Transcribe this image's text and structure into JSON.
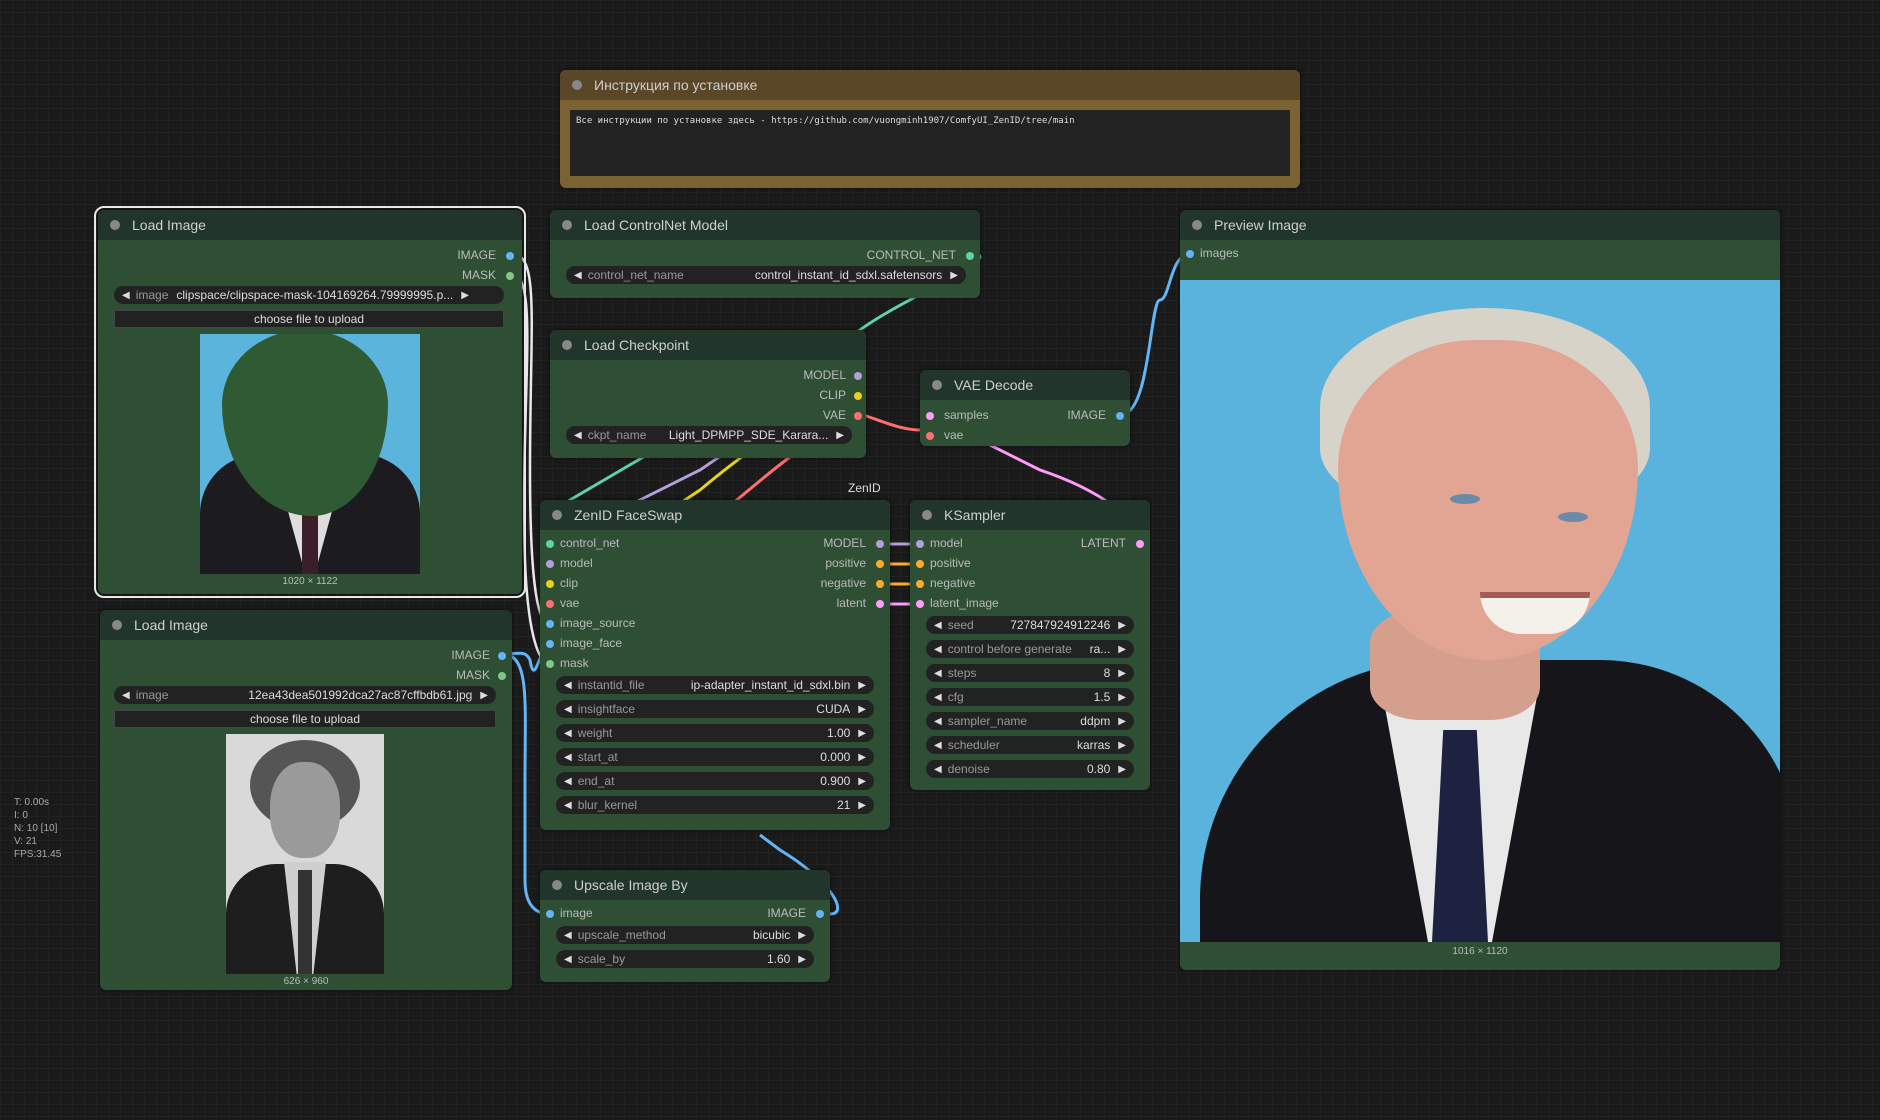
{
  "canvas": {
    "stats": [
      "T: 0.00s",
      "I: 0",
      "N: 10 [10]",
      "V: 21",
      "FPS:31.45"
    ],
    "group_label": "ZenID"
  },
  "note_node": {
    "title": "Инструкция по установке",
    "text": "Все инструкции по установке здесь - https://github.com/vuongminh1907/ComfyUI_ZenID/tree/main"
  },
  "load_image_1": {
    "title": "Load Image",
    "outputs": [
      "IMAGE",
      "MASK"
    ],
    "image_label": "image",
    "image_value": "clipspace/clipspace-mask-104169264.79999995.p...",
    "upload_label": "choose file to upload",
    "caption": "1020 × 1122"
  },
  "load_image_2": {
    "title": "Load Image",
    "outputs": [
      "IMAGE",
      "MASK"
    ],
    "image_label": "image",
    "image_value": "12ea43dea501992dca27ac87cffbdb61.jpg",
    "upload_label": "choose file to upload",
    "caption": "626 × 960"
  },
  "load_controlnet": {
    "title": "Load ControlNet Model",
    "output": "CONTROL_NET",
    "widget_label": "control_net_name",
    "widget_value": "control_instant_id_sdxl.safetensors"
  },
  "load_checkpoint": {
    "title": "Load Checkpoint",
    "outputs": [
      "MODEL",
      "CLIP",
      "VAE"
    ],
    "widget_label": "ckpt_name",
    "widget_value": "Light_DPMPP_SDE_Karara..."
  },
  "vae_decode": {
    "title": "VAE Decode",
    "inputs": [
      "samples",
      "vae"
    ],
    "output": "IMAGE"
  },
  "faceswap": {
    "title": "ZenID FaceSwap",
    "inputs": [
      "control_net",
      "model",
      "clip",
      "vae",
      "image_source",
      "image_face",
      "mask"
    ],
    "outputs": [
      "MODEL",
      "positive",
      "negative",
      "latent"
    ],
    "widgets": [
      {
        "label": "instantid_file",
        "value": "ip-adapter_instant_id_sdxl.bin"
      },
      {
        "label": "insightface",
        "value": "CUDA"
      },
      {
        "label": "weight",
        "value": "1.00"
      },
      {
        "label": "start_at",
        "value": "0.000"
      },
      {
        "label": "end_at",
        "value": "0.900"
      },
      {
        "label": "blur_kernel",
        "value": "21"
      }
    ]
  },
  "ksampler": {
    "title": "KSampler",
    "inputs": [
      "model",
      "positive",
      "negative",
      "latent_image"
    ],
    "output": "LATENT",
    "widgets": [
      {
        "label": "seed",
        "value": "727847924912246"
      },
      {
        "label": "control before generate",
        "value": "ra..."
      },
      {
        "label": "steps",
        "value": "8"
      },
      {
        "label": "cfg",
        "value": "1.5"
      },
      {
        "label": "sampler_name",
        "value": "ddpm"
      },
      {
        "label": "scheduler",
        "value": "karras"
      },
      {
        "label": "denoise",
        "value": "0.80"
      }
    ]
  },
  "upscale": {
    "title": "Upscale Image By",
    "input": "image",
    "output": "IMAGE",
    "widgets": [
      {
        "label": "upscale_method",
        "value": "bicubic"
      },
      {
        "label": "scale_by",
        "value": "1.60"
      }
    ]
  },
  "preview": {
    "title": "Preview Image",
    "input": "images",
    "caption": "1016 × 1120"
  },
  "colors": {
    "node_body": "#2f4f35",
    "node_header": "#22352a",
    "note_border": "#7a6232",
    "wire_controlnet": "#5fd3a6",
    "wire_model": "#b39ddb",
    "wire_clip": "#e8d21a",
    "wire_vae": "#ff6e6e",
    "wire_image": "#64b5f6",
    "wire_conditioning": "#ffa931",
    "wire_latent": "#ff9cf9",
    "wire_mask": "#81c784"
  }
}
